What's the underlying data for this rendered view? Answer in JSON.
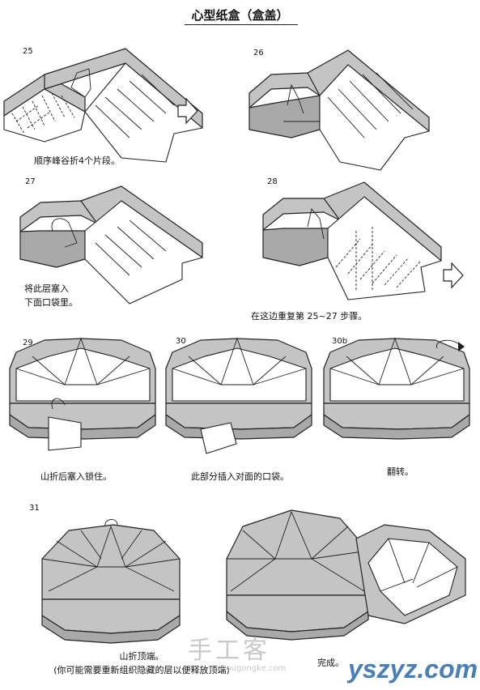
{
  "title": "心型纸盒（盒盖）",
  "steps": [
    {
      "num": "25",
      "caption": "顺序峰谷折4个片段。"
    },
    {
      "num": "26",
      "caption": ""
    },
    {
      "num": "27",
      "caption": "将此层塞入\n下面口袋里。"
    },
    {
      "num": "28",
      "caption": "在这边重复第 25~27 步骤。"
    },
    {
      "num": "29",
      "caption": "山折后塞入锁住。"
    },
    {
      "num": "30",
      "caption": "此部分插入对面的口袋。"
    },
    {
      "num": "30b",
      "caption": "翻转。"
    },
    {
      "num": "31",
      "caption": "山折顶端。\n(你可能需要重新组织隐藏的层以便释放顶端)"
    },
    {
      "num": "",
      "caption": "完成。"
    }
  ],
  "watermarks": {
    "cn": "手工客",
    "site": "shougongke.com",
    "brand": "yszyz.com"
  },
  "colors": {
    "paper": "#c4c4c4",
    "paper_dark": "#a9a9a9",
    "line": "#222222",
    "brand": "#4a7fb5"
  }
}
